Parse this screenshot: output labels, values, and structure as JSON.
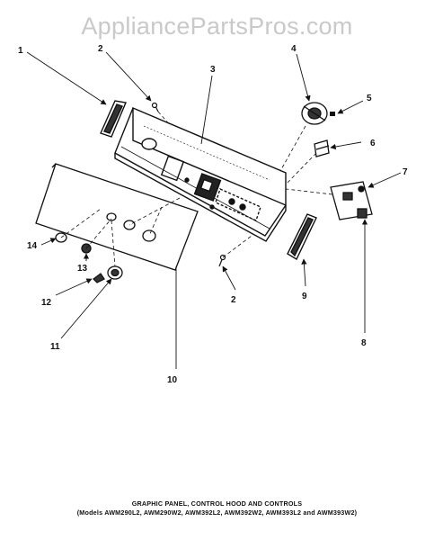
{
  "watermark": "AppliancePartsPros.com",
  "callouts": {
    "c1": "1",
    "c2a": "2",
    "c2b": "2",
    "c3": "3",
    "c4": "4",
    "c5": "5",
    "c6": "6",
    "c7": "7",
    "c8": "8",
    "c9": "9",
    "c10": "10",
    "c11": "11",
    "c12": "12",
    "c13": "13",
    "c14": "14"
  },
  "caption": {
    "title": "GRAPHIC PANEL, CONTROL HOOD AND CONTROLS",
    "models": "(Models AWM290L2, AWM290W2, AWM392L2, AWM392W2, AWM393L2 and AWM393W2)"
  },
  "colors": {
    "line": "#111111",
    "watermark": "#c9c9c9",
    "background": "#ffffff"
  }
}
